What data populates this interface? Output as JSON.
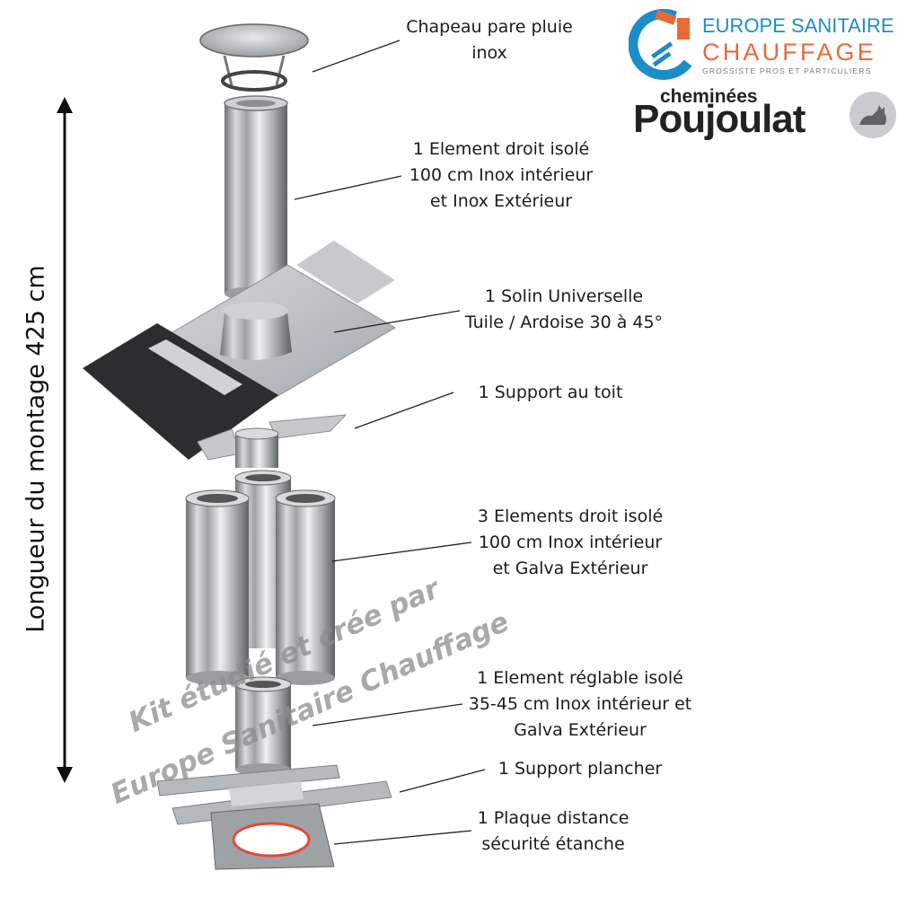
{
  "total_length_label": "Longueur du montage  425 cm",
  "components": [
    {
      "id": "rain-cap",
      "lines": [
        "Chapeau pare pluie",
        "inox"
      ]
    },
    {
      "id": "top-straight-element",
      "lines": [
        "1 Element droit isolé",
        "100 cm Inox intérieur",
        "et Inox Extérieur"
      ]
    },
    {
      "id": "roof-flashing",
      "lines": [
        "1 Solin Universelle",
        "Tuile / Ardoise 30 à 45°"
      ]
    },
    {
      "id": "roof-support",
      "lines": [
        "1 Support au toit"
      ]
    },
    {
      "id": "three-straight-elements",
      "lines": [
        "3 Elements droit isolé",
        "100 cm Inox intérieur",
        "et Galva Extérieur"
      ]
    },
    {
      "id": "adjustable-element",
      "lines": [
        "1 Element réglable isolé",
        "35-45 cm Inox intérieur et",
        "Galva Extérieur"
      ]
    },
    {
      "id": "floor-support",
      "lines": [
        "1 Support plancher"
      ]
    },
    {
      "id": "distance-plate",
      "lines": [
        "1 Plaque distance",
        "sécurité étanche"
      ]
    }
  ],
  "watermark": [
    "Kit étudié et crée par",
    "Europe Sanitaire Chauffage"
  ],
  "logos": {
    "europe_sanitaire": {
      "line1": "EUROPE SANITAIRE",
      "line2": "CHAUFFAGE",
      "line3": "GROSSISTE PROS ET PARTICULIERS"
    },
    "poujoulat": {
      "top": "cheminées",
      "main": "Poujoulat"
    }
  },
  "colors": {
    "esc_blue": "#1b8ec9",
    "esc_orange": "#e96a35",
    "steel": "#b9bcbf",
    "text": "#1b1b1b",
    "watermark": "#8c8c8c"
  }
}
